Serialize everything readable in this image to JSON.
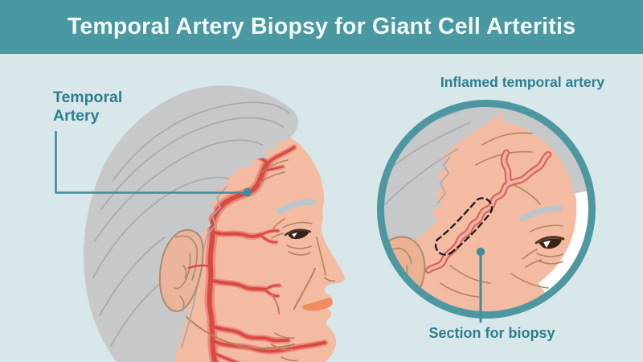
{
  "header": {
    "title": "Temporal Artery Biopsy for Giant Cell Arteritis"
  },
  "labels": {
    "temporal_artery": "Temporal\nArtery",
    "inflamed_artery": "Inflamed temporal artery",
    "section_biopsy": "Section for biopsy"
  },
  "illustration": {
    "left_figure": "elderly-person-head-profile-with-branching-temporal-artery",
    "right_figure": "circular-magnified-inset-of-inflamed-tortuous-temporal-artery",
    "biopsy_marking": "dashed-outline-around-artery-segment",
    "callout_markers": "teal-leader-lines-with-dots"
  },
  "colors": {
    "header_bg": "#4A98A2",
    "header_text": "#F2FAFA",
    "page_bg": "#D8E8EA",
    "label_text": "#2E7F90",
    "leader_line": "#3E8E9B",
    "inset_border": "#4E97A1",
    "skin": "#F3BBA2",
    "hair": "#C7C8CA",
    "artery_dark": "#D94A43",
    "artery_light": "#EC8A7C"
  }
}
